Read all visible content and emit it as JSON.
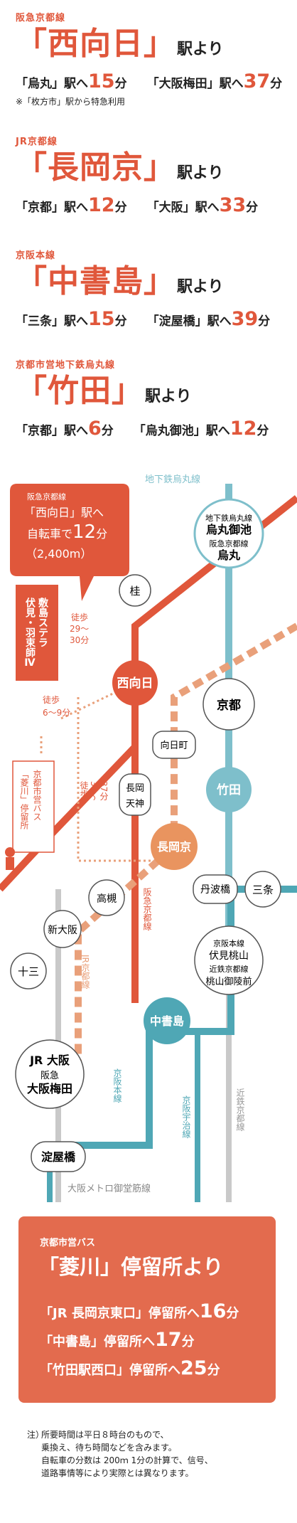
{
  "sections": [
    {
      "line": "阪急京都線",
      "station": "「西向日」",
      "yori": "駅より",
      "routes": [
        {
          "pre": "「烏丸」駅へ",
          "num": "15",
          "unit": "分"
        },
        {
          "pre": "「大阪梅田」駅へ",
          "num": "37",
          "unit": "分"
        }
      ],
      "note": "※「枚方市」駅から特急利用"
    },
    {
      "line": "JR京都線",
      "station": "「長岡京」",
      "yori": "駅より",
      "routes": [
        {
          "pre": "「京都」駅へ",
          "num": "12",
          "unit": "分"
        },
        {
          "pre": "「大阪」駅へ",
          "num": "33",
          "unit": "分"
        }
      ]
    },
    {
      "line": "京阪本線",
      "station": "「中書島」",
      "yori": "駅より",
      "routes": [
        {
          "pre": "「三条」駅へ",
          "num": "15",
          "unit": "分"
        },
        {
          "pre": "「淀屋橋」駅へ",
          "num": "39",
          "unit": "分"
        }
      ]
    },
    {
      "line": "京都市営地下鉄烏丸線",
      "station": "「竹田」",
      "yori": "駅より",
      "routes": [
        {
          "pre": "「京都」駅へ",
          "num": "6",
          "unit": "分"
        },
        {
          "pre": "「烏丸御池」駅へ",
          "num": "12",
          "unit": "分"
        }
      ]
    }
  ],
  "map": {
    "subway_line": "地下鉄烏丸線",
    "bike": {
      "line": "阪急京都線",
      "l1": "「西向日」駅へ",
      "l2a": "自転車で",
      "l2n": "12",
      "l2b": "分",
      "l3": "（2,400m）"
    },
    "mansion": {
      "l1": "敷島ステラ",
      "l2": "伏見・羽束師Ⅳ"
    },
    "walk1": {
      "a": "徒歩",
      "b": "29〜",
      "c": "30分"
    },
    "walk2": {
      "a": "徒歩",
      "b": "6〜9分"
    },
    "walk3": {
      "a": "徒歩",
      "b": "34〜",
      "c": "37分"
    },
    "bus_stop": {
      "l1": "京都市営バス",
      "l2": "「菱川」停留所"
    },
    "stations": {
      "katsura": "桂",
      "nishimuko": "西向日",
      "kyoto": "京都",
      "mukomachi": "向日町",
      "nagaoka_tenjin_1": "長岡",
      "nagaoka_tenjin_2": "天神",
      "takeda": "竹田",
      "nagaokakyo": "長岡京",
      "tambabashi": "丹波橋",
      "sanjo": "三条",
      "takatsuki": "高槻",
      "shinosaka": "新大阪",
      "juso": "十三",
      "chushojima": "中書島",
      "yodoyabashi": "淀屋橋",
      "karasuma_1": "地下鉄烏丸線",
      "karasuma_2": "烏丸御池",
      "karasuma_3": "阪急京都線",
      "karasuma_4": "烏丸",
      "fushimi_1": "京阪本線",
      "fushimi_2": "伏見桃山",
      "fushimi_3": "近鉄京都線",
      "fushimi_4": "桃山御陵前",
      "osaka_1": "JR 大阪",
      "osaka_2": "阪急",
      "osaka_3": "大阪梅田"
    },
    "labels": {
      "hankyu": "阪急京都線",
      "jr": "JR京都線",
      "keihan": "京阪本線",
      "uji": "京阪宇治線",
      "kintetsu": "近鉄京都線",
      "midosuji": "大阪メトロ御堂筋線"
    },
    "colors": {
      "hankyu": "#e0573b",
      "jr": "#e9a07a",
      "subway": "#7ebfcb",
      "keihan": "#4fa7b5",
      "gray": "#c9c9c9"
    }
  },
  "bus": {
    "line": "京都市営バス",
    "stop": "「菱川」停留所より",
    "routes": [
      {
        "pre": "「JR 長岡京東口」停留所へ",
        "num": "16",
        "unit": "分"
      },
      {
        "pre": "「中書島」停留所へ",
        "num": "17",
        "unit": "分"
      },
      {
        "pre": "「竹田駅西口」停留所へ",
        "num": "25",
        "unit": "分"
      }
    ]
  },
  "notes": {
    "label": "注）",
    "lines": [
      "所要時間は平日８時台のもので、",
      "乗換え、待ち時間などを含みます。",
      "自転車の分数は 200ｍ 1分の計算で、信号、",
      "道路事情等により実際とは異なります。"
    ]
  }
}
